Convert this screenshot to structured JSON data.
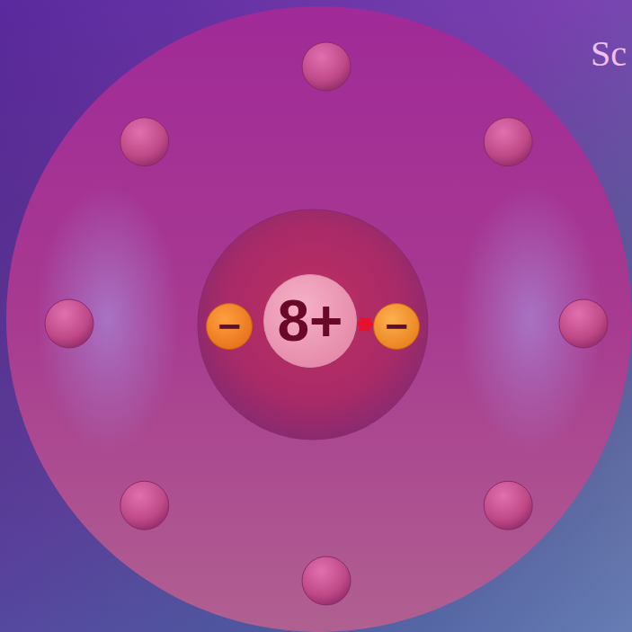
{
  "diagram": {
    "nodes": [
      {
        "text": [
          "8+"
        ]
      },
      {
        "text": [
          "−"
        ]
      },
      {
        "text": [
          "−"
        ]
      }
    ],
    "edges": [
      {
        "from": 0,
        "to": 2,
        "arrow": "both"
      }
    ],
    "labels": [
      "Sc"
    ]
  }
}
